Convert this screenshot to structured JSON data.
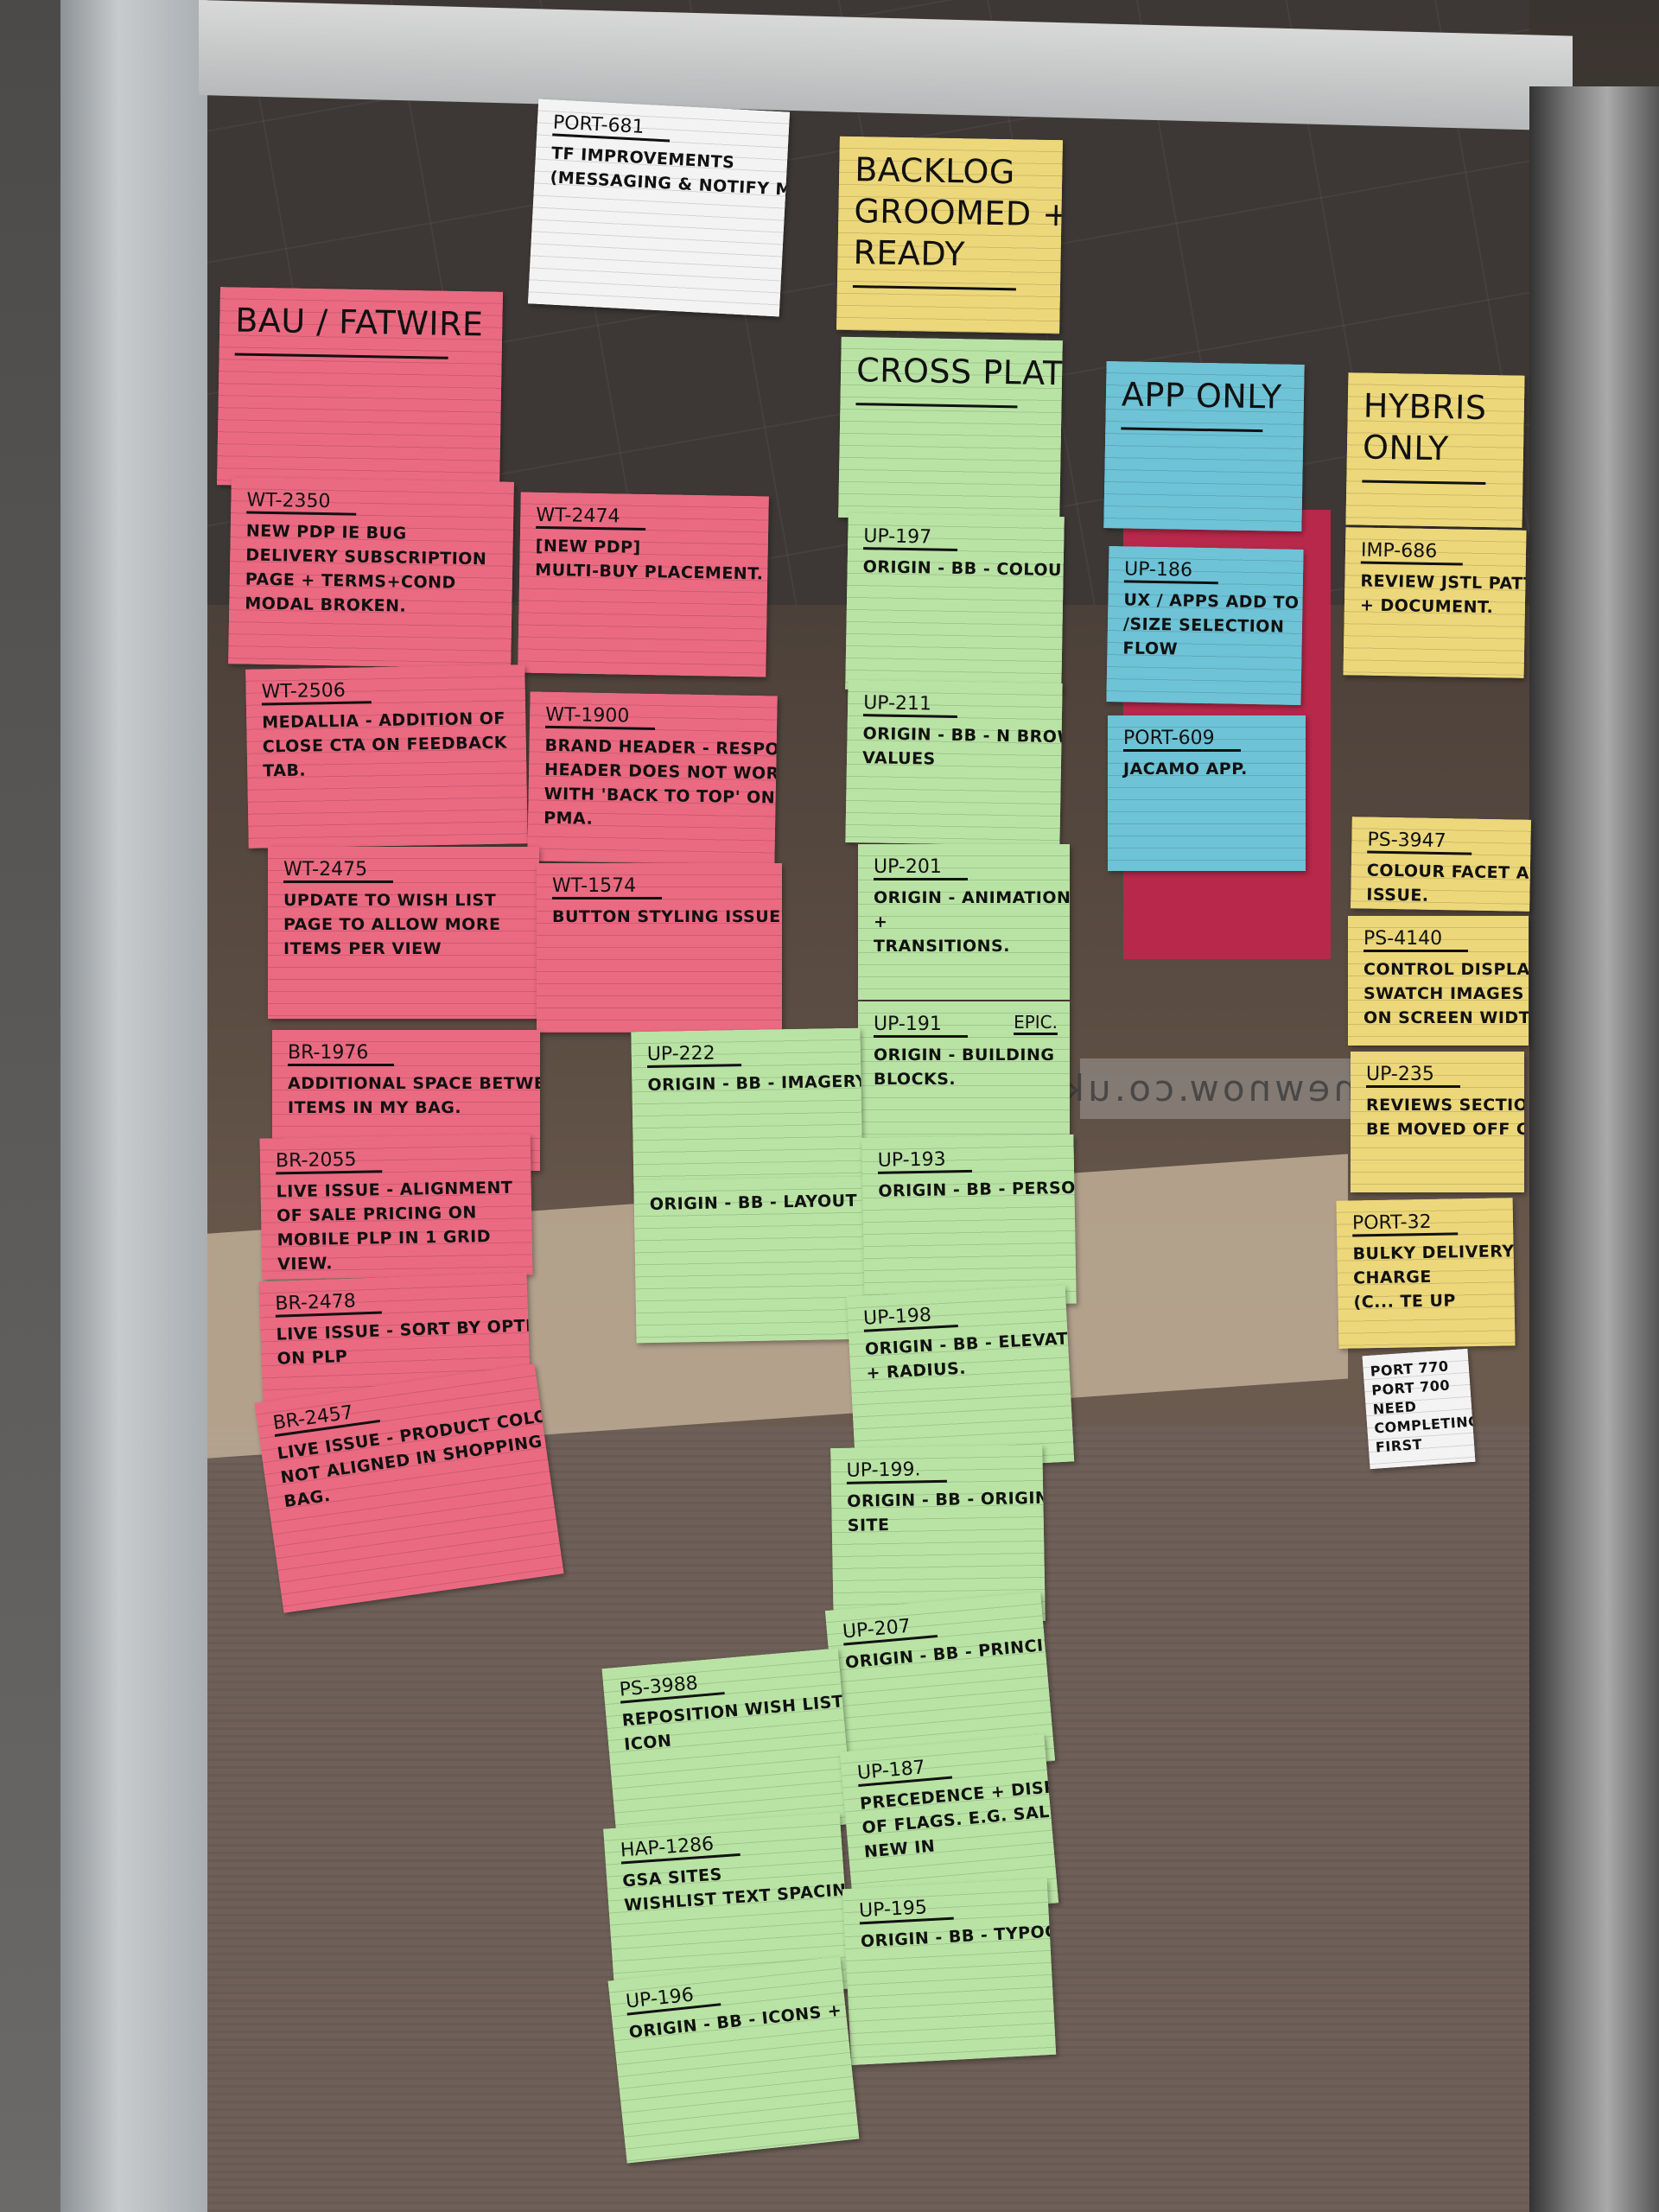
{
  "colors": {
    "pink": "#ea6a82",
    "green": "#b9e3a4",
    "blue": "#6ec3d6",
    "yellow": "#ecd77a",
    "white": "#f4f3f4"
  },
  "reflection_text": "newnow.co.uk",
  "cards": [
    {
      "id": "PORT-681",
      "lines": [
        "TF Improvements",
        "(Messaging & Notify Me)"
      ],
      "color": "white"
    },
    {
      "id": "",
      "lines": [
        "Backlog",
        "Groomed +",
        "Ready"
      ],
      "color": "yellow",
      "header": true
    },
    {
      "id": "",
      "lines": [
        "BAU / Fatwire"
      ],
      "color": "pink",
      "header": true
    },
    {
      "id": "WT-2350",
      "lines": [
        "New PDP IE bug",
        "Delivery subscription",
        "page + terms+cond",
        "modal broken."
      ],
      "color": "pink"
    },
    {
      "id": "WT-2474",
      "lines": [
        "[New PDP]",
        "Multi-buy placement."
      ],
      "color": "pink"
    },
    {
      "id": "WT-2506",
      "lines": [
        "Medallia - addition of",
        "close CTA on feedback",
        "tab."
      ],
      "color": "pink"
    },
    {
      "id": "WT-1900",
      "lines": [
        "Brand header - responsive",
        "header does not work",
        "with 'back to top' on",
        "PMA."
      ],
      "color": "pink"
    },
    {
      "id": "WT-2475",
      "lines": [
        "Update to wish list",
        "page to allow more",
        "items per view"
      ],
      "color": "pink"
    },
    {
      "id": "WT-1574",
      "lines": [
        "Button styling issues."
      ],
      "color": "pink"
    },
    {
      "id": "BR-1976",
      "lines": [
        "Additional space between",
        "items in my bag."
      ],
      "color": "pink"
    },
    {
      "id": "BR-2055",
      "lines": [
        "Live issue - alignment",
        "of sale pricing on",
        "mobile PLP in 1 grid",
        "view."
      ],
      "color": "pink"
    },
    {
      "id": "BR-2478",
      "lines": [
        "Live issue - sort by option",
        "on PLP"
      ],
      "color": "pink"
    },
    {
      "id": "BR-2457",
      "lines": [
        "Live issue - product colour",
        "not aligned in shopping",
        "bag."
      ],
      "color": "pink"
    },
    {
      "id": "",
      "lines": [
        "Cross Platforms"
      ],
      "color": "green",
      "header": true
    },
    {
      "id": "UP-197",
      "lines": [
        "Origin - BB - colours."
      ],
      "color": "green"
    },
    {
      "id": "UP-211",
      "lines": [
        "Origin - BB - N Brown",
        "values"
      ],
      "color": "green"
    },
    {
      "id": "UP-201",
      "lines": [
        "Origin - animations",
        "+",
        "transitions."
      ],
      "color": "green"
    },
    {
      "id": "UP-191",
      "lines": [
        "Origin - building",
        "blocks."
      ],
      "color": "green",
      "tag": "Epic."
    },
    {
      "id": "UP-222",
      "lines": [
        "Origin - BB - imagery"
      ],
      "color": "green"
    },
    {
      "id": "",
      "lines": [
        "Origin - BB - layout"
      ],
      "color": "green"
    },
    {
      "id": "UP-193",
      "lines": [
        "Origin - BB - personas"
      ],
      "color": "green"
    },
    {
      "id": "UP-198",
      "lines": [
        "Origin - BB - elevation",
        "+ radius."
      ],
      "color": "green"
    },
    {
      "id": "UP-199.",
      "lines": [
        "Origin - BB - origin",
        "site"
      ],
      "color": "green"
    },
    {
      "id": "UP-207",
      "lines": [
        "Origin - BB - principals."
      ],
      "color": "green"
    },
    {
      "id": "PS-3988",
      "lines": [
        "Reposition wish list",
        "icon"
      ],
      "color": "green"
    },
    {
      "id": "UP-187",
      "lines": [
        "Precedence + display",
        "of flags. E.G. sale,",
        "new in"
      ],
      "color": "green"
    },
    {
      "id": "HAP-1286",
      "lines": [
        "GSA sites",
        "Wishlist text spacing."
      ],
      "color": "green"
    },
    {
      "id": "UP-195",
      "lines": [
        "Origin - BB - typography"
      ],
      "color": "green"
    },
    {
      "id": "UP-196",
      "lines": [
        "Origin - BB - icons + assets"
      ],
      "color": "green"
    },
    {
      "id": "",
      "lines": [
        "App only"
      ],
      "color": "blue",
      "header": true
    },
    {
      "id": "UP-186",
      "lines": [
        "UX / Apps add to bag",
        "/size selection",
        "flow"
      ],
      "color": "blue"
    },
    {
      "id": "PORT-609",
      "lines": [
        "Jacamo app."
      ],
      "color": "blue"
    },
    {
      "id": "",
      "lines": [
        "Hybris",
        "only"
      ],
      "color": "yellow",
      "header": true
    },
    {
      "id": "IMP-686",
      "lines": [
        "Review JSTL patterns",
        "+ document."
      ],
      "color": "yellow"
    },
    {
      "id": "PS-3947",
      "lines": [
        "Colour facet arrow",
        "issue."
      ],
      "color": "yellow"
    },
    {
      "id": "PS-4140",
      "lines": [
        "Control display of",
        "swatch images based",
        "on screen width"
      ],
      "color": "yellow"
    },
    {
      "id": "UP-235",
      "lines": [
        "Reviews section to",
        "be moved off canvas"
      ],
      "color": "yellow"
    },
    {
      "id": "PORT-32",
      "lines": [
        "Bulky delivery",
        "charge",
        "(c... te up"
      ],
      "color": "yellow"
    },
    {
      "id": "",
      "lines": [
        "Port 770",
        "Port 700",
        "need",
        "completing",
        "first"
      ],
      "color": "white"
    }
  ]
}
